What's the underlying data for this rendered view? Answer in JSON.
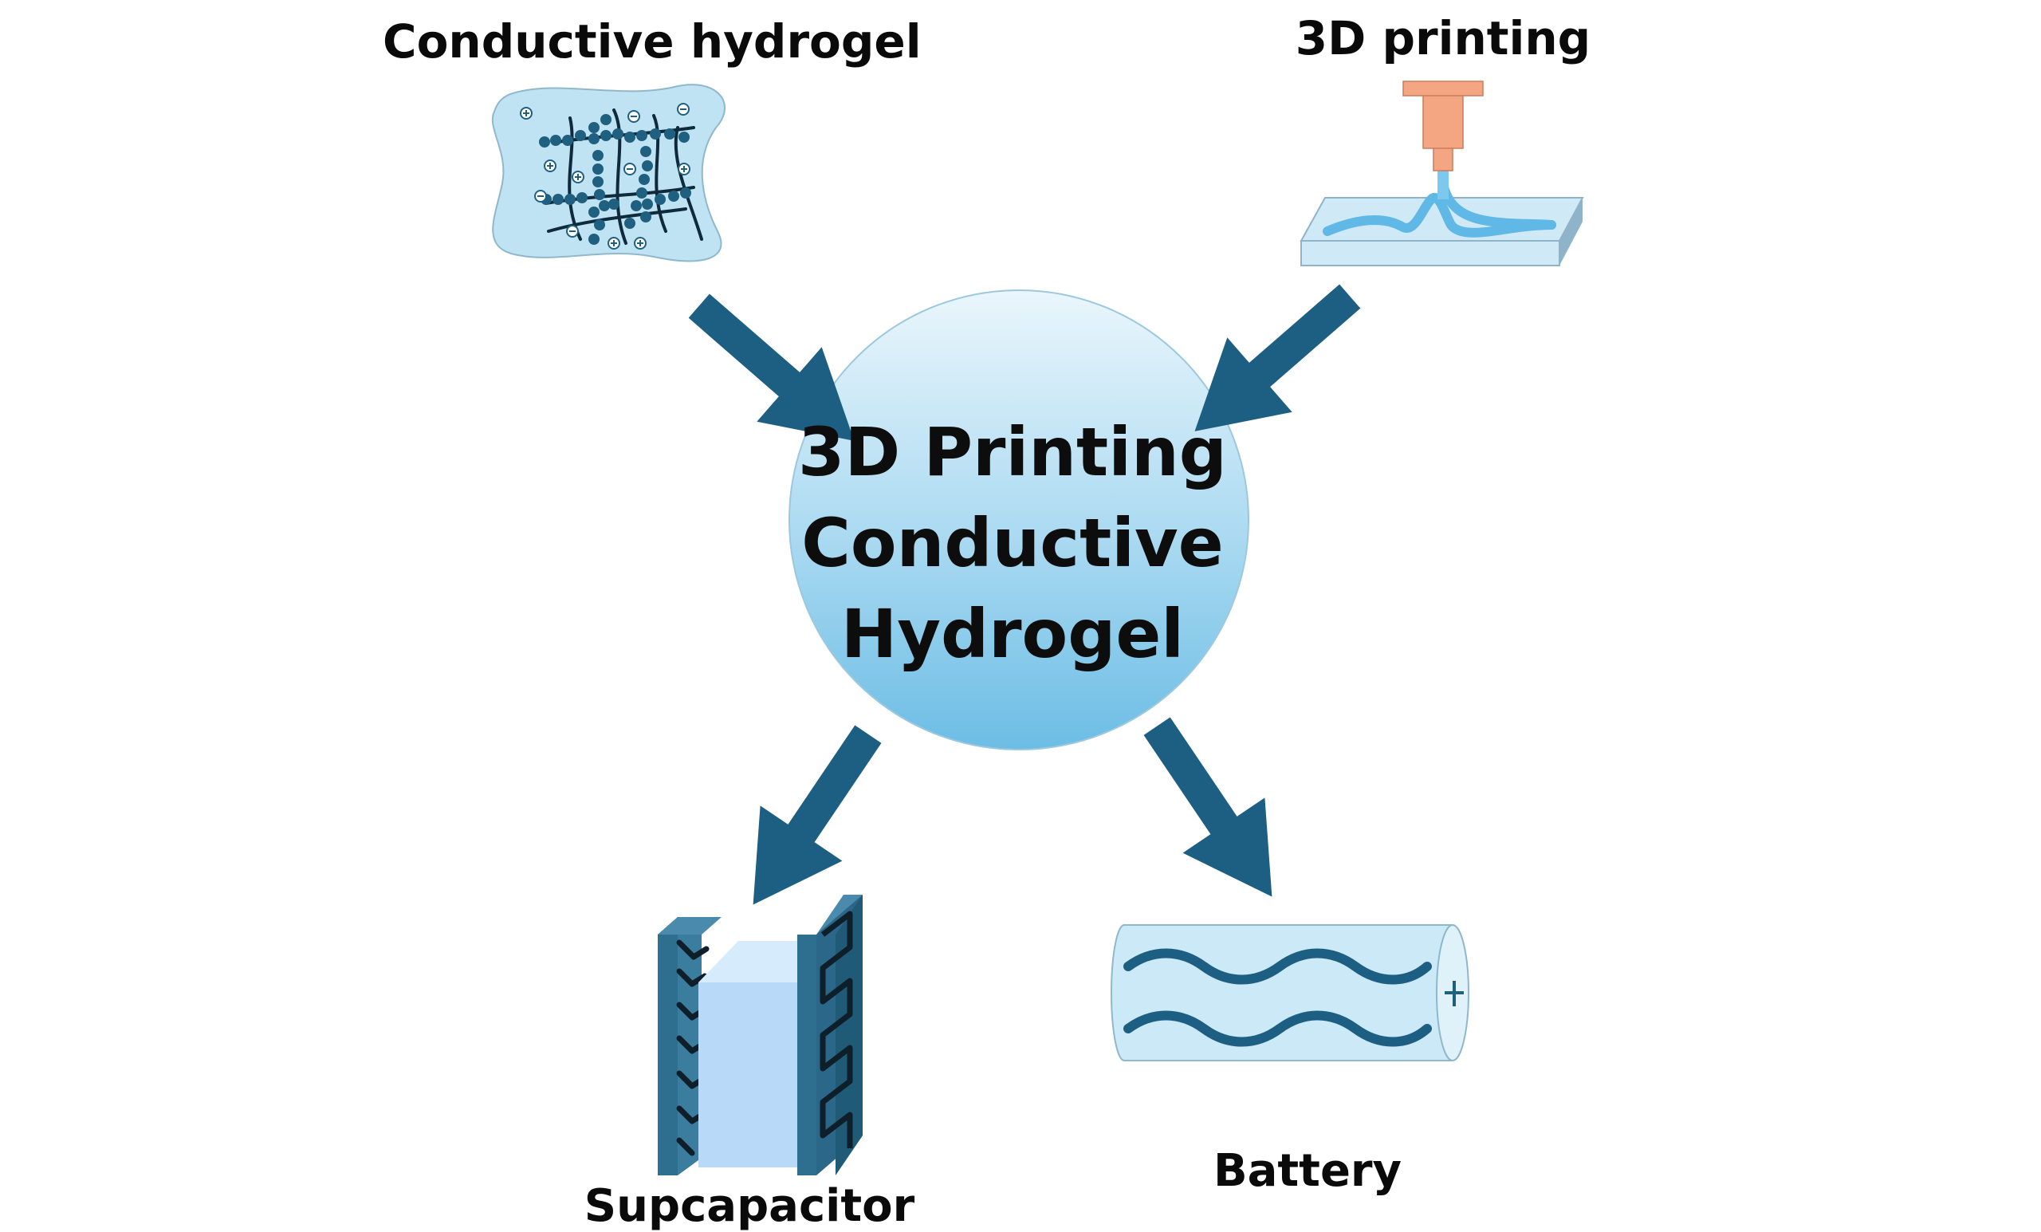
{
  "diagram": {
    "center": {
      "lines": [
        "3D Printing",
        "Conductive",
        "Hydrogel"
      ]
    },
    "inputs": [
      {
        "id": "conductive-hydrogel",
        "label": "Conductive hydrogel"
      },
      {
        "id": "3d-printing",
        "label": "3D printing"
      }
    ],
    "outputs": [
      {
        "id": "supercapacitor",
        "label": "Supcapacitor"
      },
      {
        "id": "battery",
        "label": "Battery"
      }
    ],
    "colors": {
      "arrow": "#1c5f82",
      "circle_top": "#e8f4fb",
      "circle_bottom": "#6fbfe6",
      "gel_fill": "#bfe3f3",
      "dot": "#1f5f80",
      "nozzle": "#f4a582",
      "plate": "#cfeaf6",
      "plate_edge": "#8fb3c8",
      "electrode": "#2e6f8f",
      "separator": "#b8daf8",
      "battery_body": "#cbe9f6"
    }
  }
}
